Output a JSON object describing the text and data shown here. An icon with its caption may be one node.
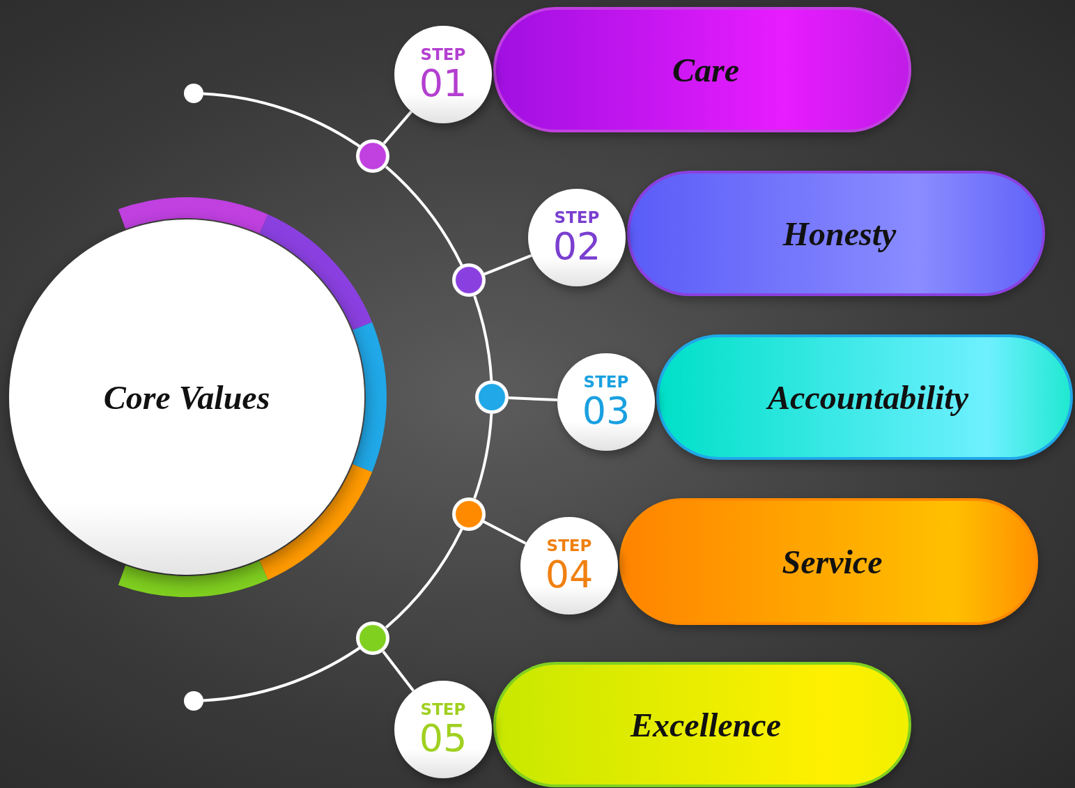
{
  "diagram": {
    "nodes": [
      {
        "text": [
          "Core Values"
        ]
      },
      {
        "text": [],
        "shape": "circle"
      },
      {
        "text": [],
        "shape": "circle"
      },
      {
        "text": [],
        "shape": "circle"
      },
      {
        "text": [],
        "shape": "circle"
      },
      {
        "text": [],
        "shape": "circle"
      },
      {
        "text": [],
        "shape": "circle"
      },
      {
        "text": [],
        "shape": "circle"
      },
      {
        "text": [
          "STEP",
          "01"
        ]
      },
      {
        "text": [
          "Care"
        ]
      },
      {
        "text": [
          "STEP",
          "02"
        ]
      },
      {
        "text": [
          "Honesty"
        ]
      },
      {
        "text": [
          "STEP",
          "03"
        ]
      },
      {
        "text": [
          "Accountability"
        ]
      },
      {
        "text": [
          "STEP",
          "04"
        ]
      },
      {
        "text": [
          "Service"
        ]
      },
      {
        "text": [
          "STEP",
          "05"
        ]
      },
      {
        "text": [
          "Excellence"
        ]
      }
    ],
    "edges": [
      {
        "from": 1,
        "to": 2,
        "arrow": "none"
      },
      {
        "from": 2,
        "to": 3,
        "arrow": "none"
      },
      {
        "from": 3,
        "to": 4,
        "arrow": "none"
      },
      {
        "from": 4,
        "to": 5,
        "arrow": "none"
      },
      {
        "from": 5,
        "to": 6,
        "arrow": "none"
      },
      {
        "from": 6,
        "to": 7,
        "arrow": "none"
      },
      {
        "from": 2,
        "to": 8,
        "arrow": "none"
      },
      {
        "from": 3,
        "to": 10,
        "arrow": "none"
      },
      {
        "from": 4,
        "to": 12,
        "arrow": "none"
      },
      {
        "from": 5,
        "to": 14,
        "arrow": "none"
      },
      {
        "from": 6,
        "to": 16,
        "arrow": "none"
      }
    ]
  }
}
